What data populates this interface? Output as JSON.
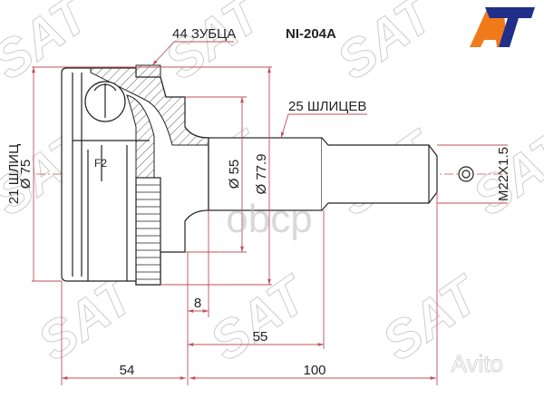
{
  "part_number": "NI-204A",
  "labels": {
    "teeth": "44 ЗУБЦА",
    "splines_outer": "25 ШЛИЦЕВ",
    "splines_inner": "21 ШЛИЦ",
    "dia_75": "Ø 75",
    "dia_55": "Ø 55",
    "dia_77_9": "Ø 77.9",
    "thread": "M22X1.5",
    "f2": "F2"
  },
  "dimensions": {
    "d8": "8",
    "d55": "55",
    "d54": "54",
    "d100": "100"
  },
  "watermarks": {
    "brand": "SAT",
    "center": "obcp",
    "corner": "Avito"
  },
  "logo": {
    "text": "AT",
    "color_a": "#f07a1a",
    "color_t": "#1f2f8a"
  },
  "colors": {
    "dimension": "#c0505a",
    "outline": "#222222"
  }
}
